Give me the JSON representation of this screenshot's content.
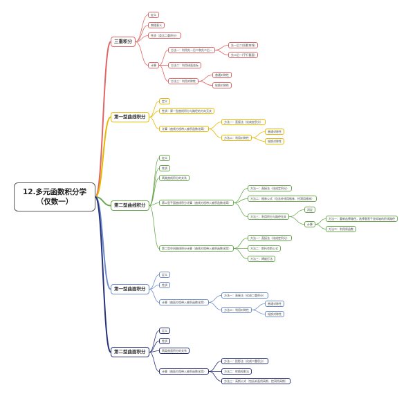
{
  "root": "12.多元函数积分学（仅数一）",
  "colors": {
    "red": "#e06666",
    "yellow": "#e6b800",
    "green": "#6aa84f",
    "blue": "#6d8cc9",
    "navy": "#26317a"
  },
  "branches": [
    {
      "label": "三重积分",
      "color": "red",
      "children": [
        {
          "label": "定义"
        },
        {
          "label": "物理意义"
        },
        {
          "label": "性质（类比二重积分）"
        },
        {
          "label": "计算",
          "children": [
            {
              "label": "方法一：利用先一后二和先二后一",
              "children": [
                {
                  "label": "先一后二(投影穿线)"
                },
                {
                  "label": "先二后一(平行截面)"
                }
              ]
            },
            {
              "label": "方法二：利用球面坐标"
            },
            {
              "label": "方法三：利用对称性",
              "children": [
                {
                  "label": "普通对称性"
                },
                {
                  "label": "轮换对称性"
                }
              ]
            }
          ]
        }
      ]
    },
    {
      "label": "第一型曲线积分",
      "color": "yellow",
      "children": [
        {
          "label": "定义"
        },
        {
          "label": "性质：第一型曲线积分与路径的方向无关"
        },
        {
          "label": "计算（曲线方程带入被积函数化简）",
          "children": [
            {
              "label": "方法一：直接法（化成定积分）"
            },
            {
              "label": "方法二：利用对称性",
              "children": [
                {
                  "label": "普通对称性"
                },
                {
                  "label": "轮换对称性"
                }
              ]
            }
          ]
        }
      ]
    },
    {
      "label": "第二型曲线积分",
      "color": "green",
      "children": [
        {
          "label": "定义"
        },
        {
          "label": "性质"
        },
        {
          "label": "两类曲线积分的关系"
        },
        {
          "label": "第二型平面曲线积分计算（曲线方程带入被积函数化简）",
          "children": [
            {
              "label": "方法一：直接法（化成定积分）"
            },
            {
              "label": "方法二：格林公式（包含补线用格林、挖洞用格林）"
            },
            {
              "label": "方法三：利用积分与路径无关",
              "children": [
                {
                  "label": "判定"
                },
                {
                  "label": "计算",
                  "children": [
                    {
                      "label": "方法一：重新选择路径，选择垂直于坐标轴的折线路径"
                    },
                    {
                      "label": "方法二：利用原函数"
                    }
                  ]
                }
              ]
            }
          ]
        },
        {
          "label": "第二型空间曲线积分计算（曲线方程带入被积函数化简）",
          "children": [
            {
              "label": "方法一：直接法（化成定积分）"
            },
            {
              "label": "方法二：斯托克斯公式"
            },
            {
              "label": "方法三：降维打法"
            }
          ]
        }
      ]
    },
    {
      "label": "第一型曲面积分",
      "color": "blue",
      "children": [
        {
          "label": "定义"
        },
        {
          "label": "性质"
        },
        {
          "label": "计算（曲面方程带入被积函数化简）",
          "children": [
            {
              "label": "方法一：直接法（化成二重积分）"
            },
            {
              "label": "方法二：利用对称性",
              "children": [
                {
                  "label": "普通对称性"
                },
                {
                  "label": "轮换对称性"
                }
              ]
            }
          ]
        }
      ]
    },
    {
      "label": "第二型曲面积分",
      "color": "navy",
      "children": [
        {
          "label": "定义"
        },
        {
          "label": "性质"
        },
        {
          "label": "两类曲面积分的关系"
        },
        {
          "label": "计算（曲面方程带入被积函数化简）",
          "children": [
            {
              "label": "方法一：投影法（化成二重积分）"
            },
            {
              "label": "方法二：转换投影法"
            },
            {
              "label": "方法三：高斯公式（包括补面用高斯、挖洞用高斯）"
            }
          ]
        }
      ]
    }
  ]
}
